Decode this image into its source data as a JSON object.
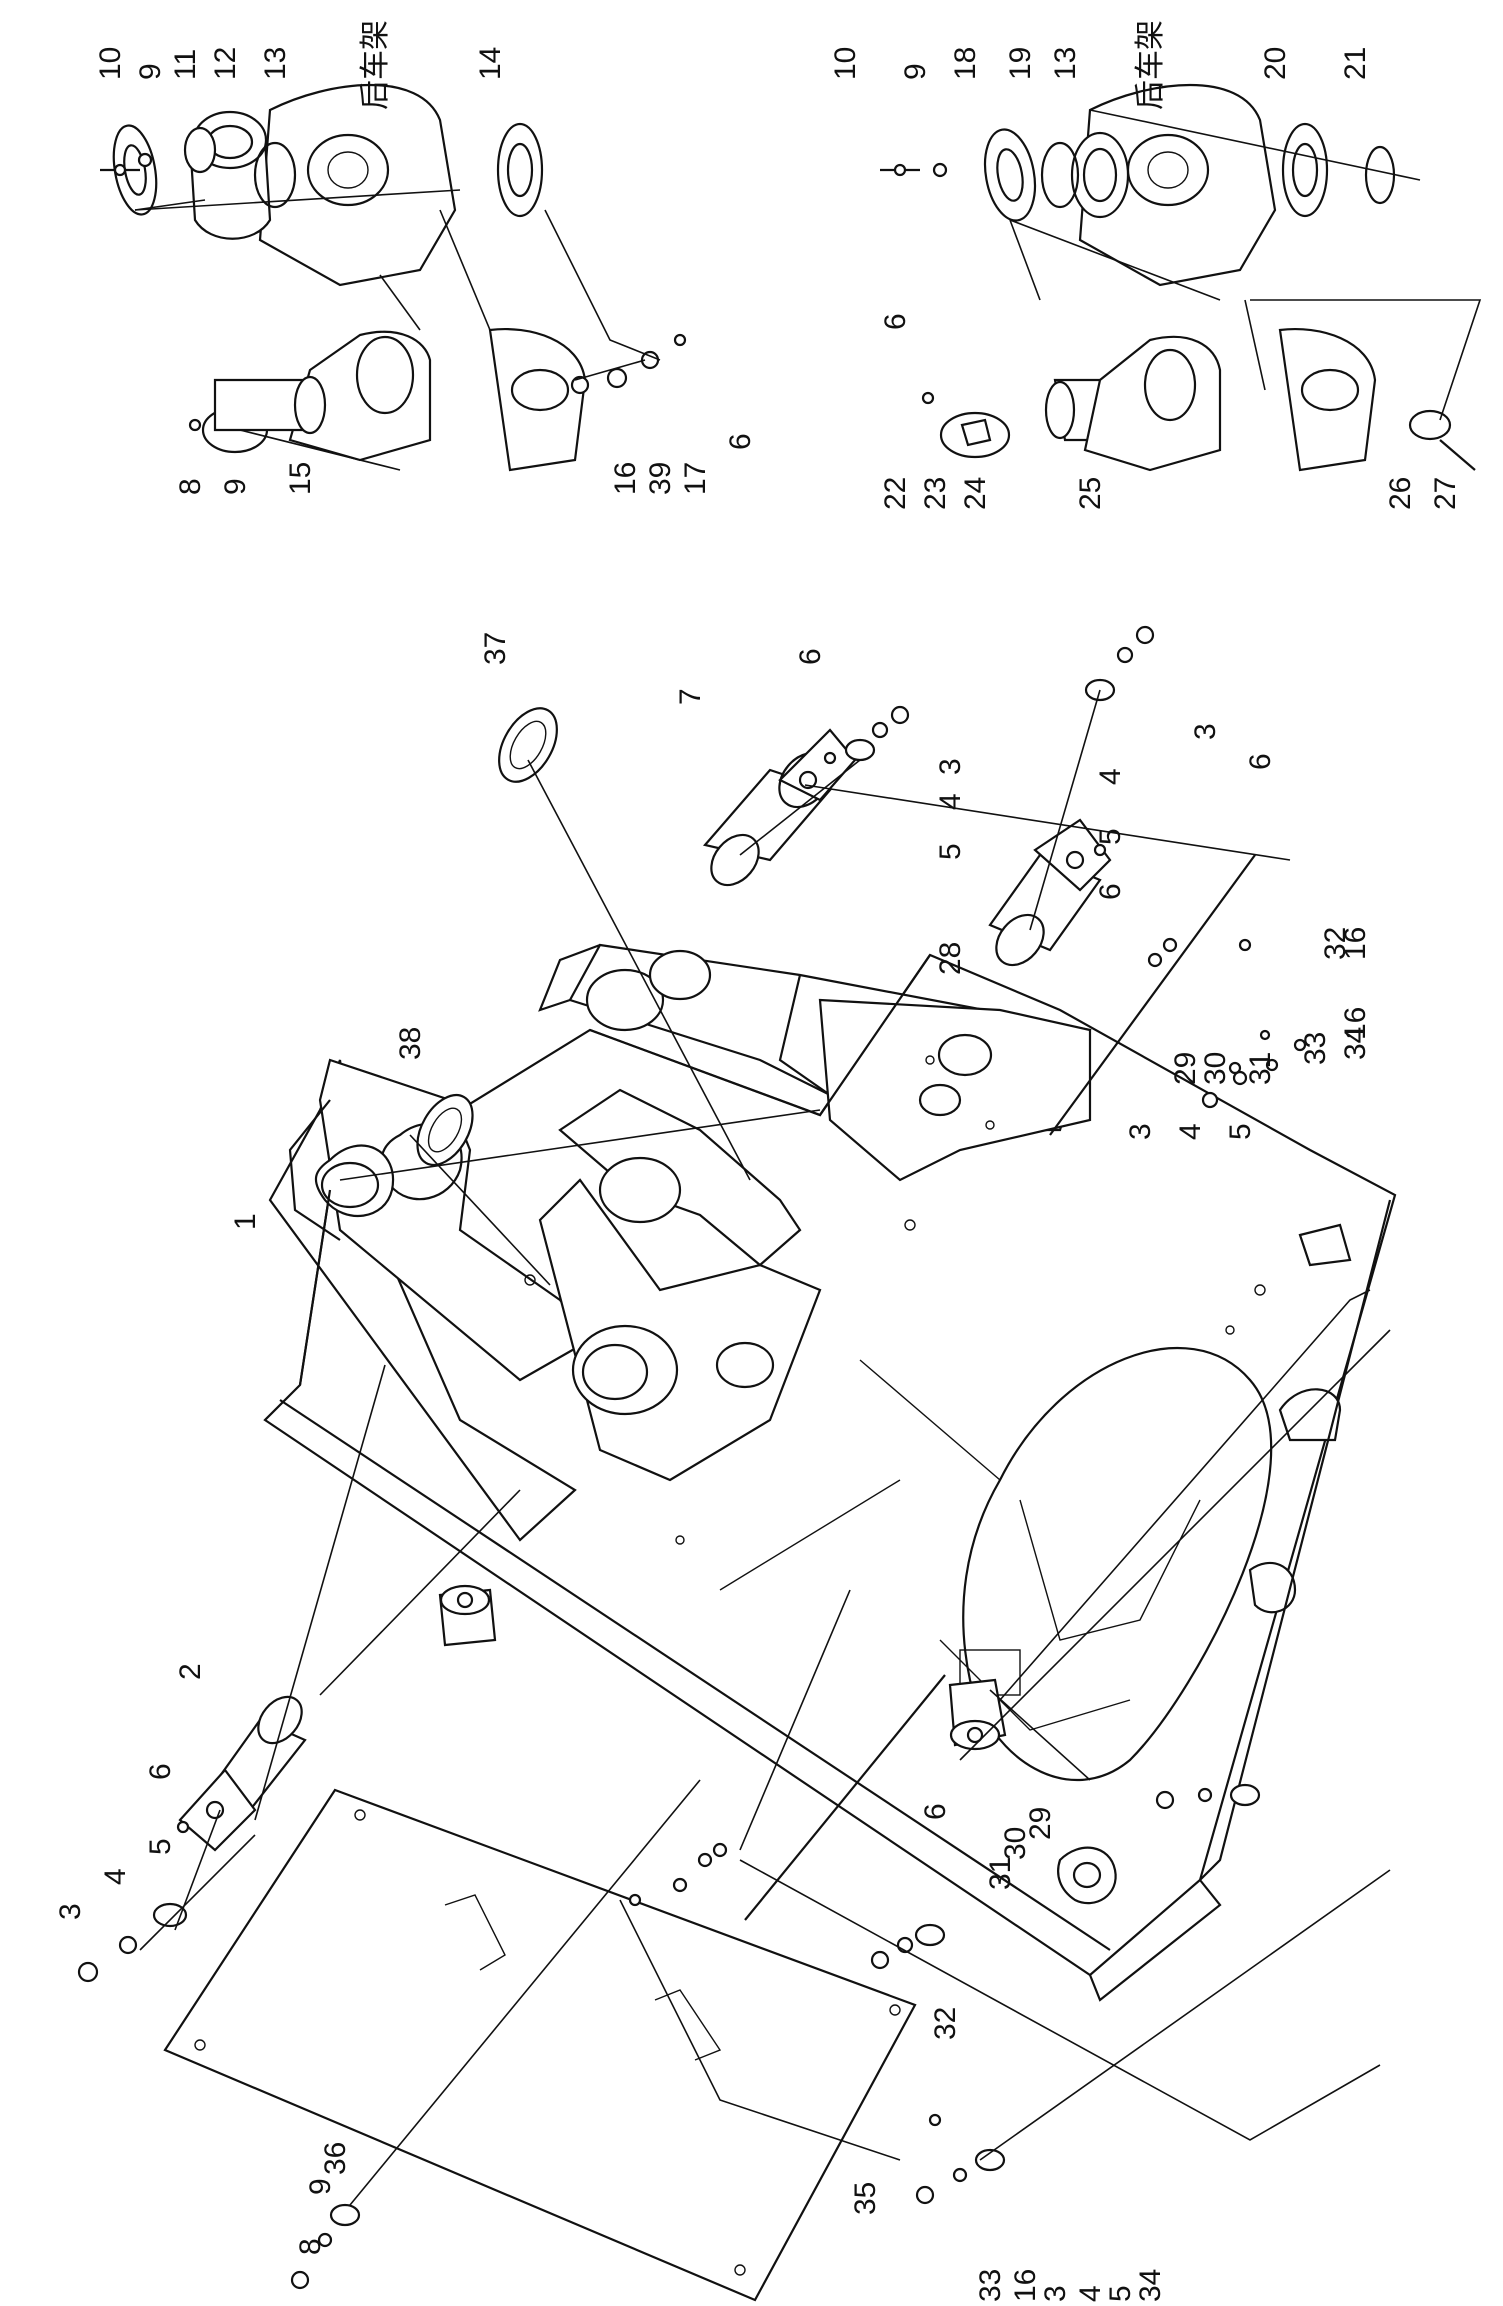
{
  "diagram": {
    "type": "exploded-parts-diagram",
    "orientation": "rotated-90-ccw",
    "callouts_bottom_left": [
      "3",
      "4",
      "5",
      "6",
      "2",
      "1",
      "8",
      "9",
      "36",
      "35",
      "33",
      "16",
      "3",
      "4",
      "5",
      "34",
      "32",
      "6",
      "31",
      "30",
      "29"
    ],
    "callouts_center_top": [
      "38",
      "37",
      "6",
      "7",
      "3",
      "4",
      "5",
      "28",
      "6",
      "5",
      "4",
      "3",
      "6",
      "32",
      "31",
      "30",
      "29",
      "33",
      "16",
      "16",
      "34",
      "3",
      "4",
      "5"
    ],
    "inset_left": {
      "label": "后车架",
      "callouts": [
        "10",
        "9",
        "11",
        "12",
        "13",
        "14",
        "8",
        "9",
        "15",
        "16",
        "39",
        "17",
        "6"
      ]
    },
    "inset_right": {
      "label": "后车架",
      "callouts": [
        "10",
        "9",
        "18",
        "19",
        "13",
        "20",
        "21",
        "6",
        "22",
        "23",
        "24",
        "25",
        "26",
        "27"
      ]
    }
  }
}
